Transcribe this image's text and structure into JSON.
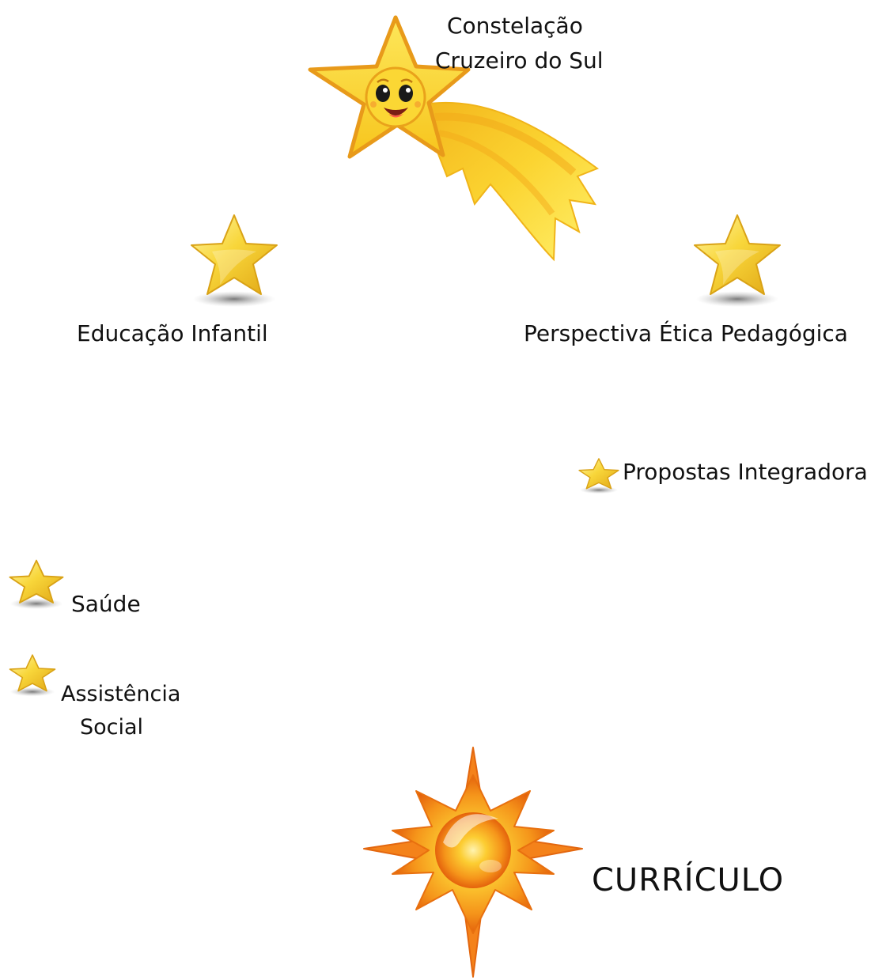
{
  "title": {
    "line1": "Constelação",
    "line2": "Cruzeiro do Sul"
  },
  "nodes": {
    "educacao_infantil": "Educação Infantil",
    "perspectiva": "Perspectiva Ética Pedagógica",
    "propostas": "Propostas Integradora",
    "saude": "Saúde",
    "assistencia_line1": "Assistência",
    "assistencia_line2": "Social",
    "curriculo": "CURRÍCULO"
  },
  "colors": {
    "star_fill": "#f7d22a",
    "star_stroke": "#e9a21b",
    "tail": "#f9c71e",
    "sun_outer": "#f07a12",
    "sun_inner": "#fbbf24",
    "text": "#111111"
  },
  "icons": {
    "mascot": "smiling-shooting-star-icon",
    "node_star": "star-icon",
    "center": "sun-burst-icon"
  }
}
